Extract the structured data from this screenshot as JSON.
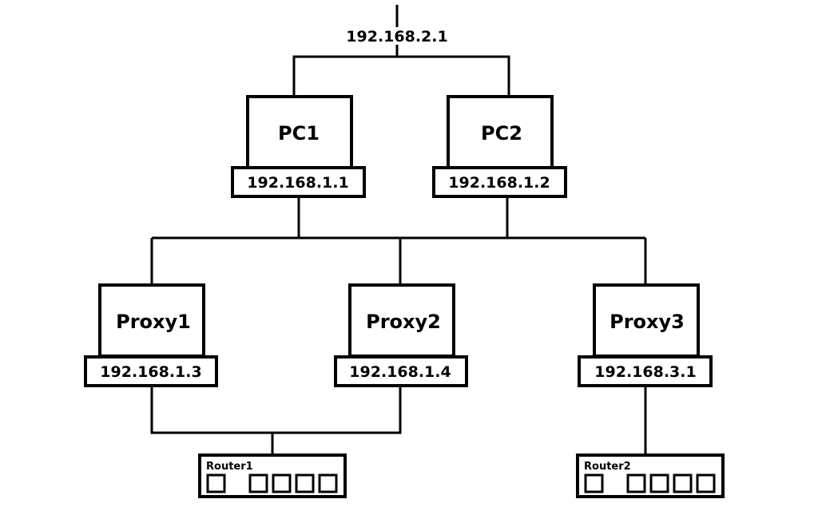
{
  "gateway": {
    "ip": "192.168.2.1"
  },
  "pcs": [
    {
      "name": "PC1",
      "ip": "192.168.1.1"
    },
    {
      "name": "PC2",
      "ip": "192.168.1.2"
    }
  ],
  "proxies": [
    {
      "name": "Proxy1",
      "ip": "192.168.1.3"
    },
    {
      "name": "Proxy2",
      "ip": "192.168.1.4"
    },
    {
      "name": "Proxy3",
      "ip": "192.168.3.1"
    }
  ],
  "routers": [
    {
      "name": "Router1"
    },
    {
      "name": "Router2"
    }
  ]
}
